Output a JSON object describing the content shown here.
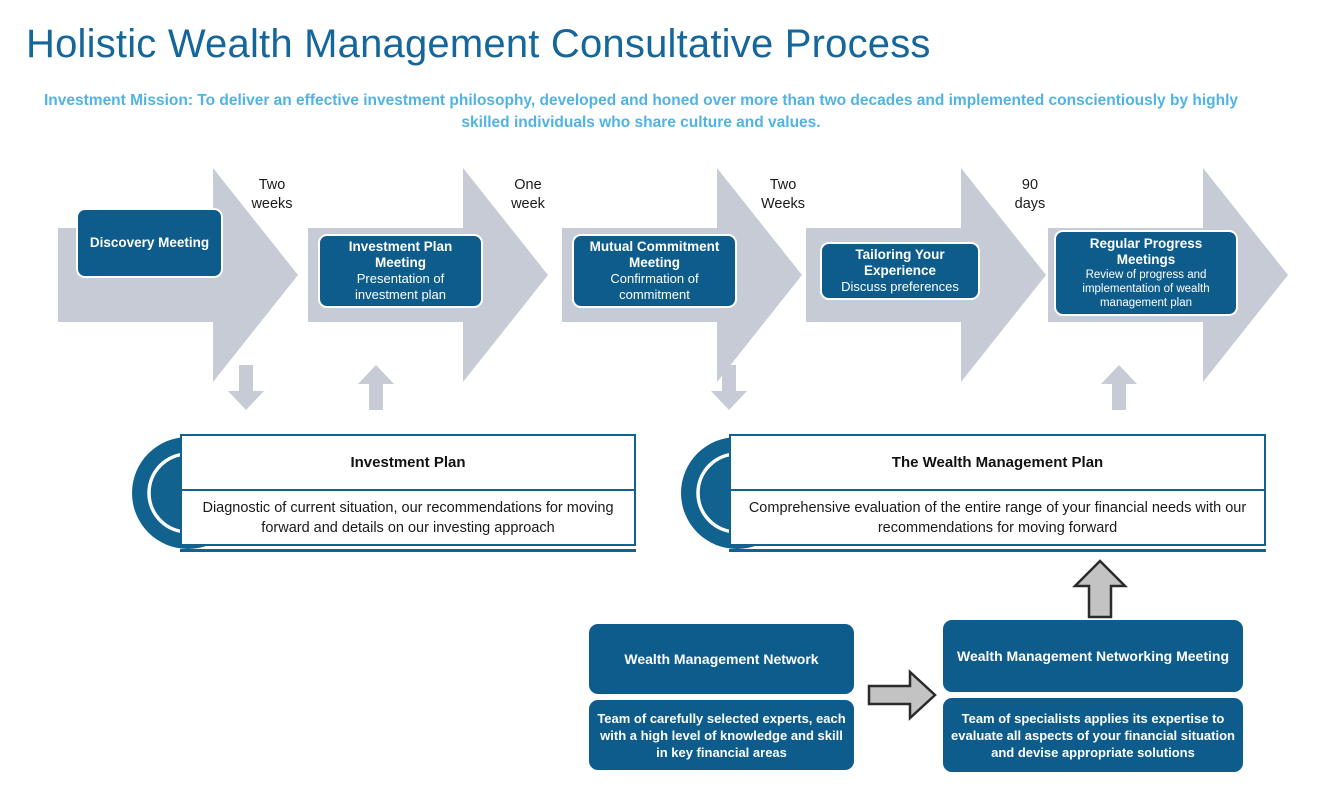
{
  "header": {
    "title": "Holistic Wealth Management Consultative Process",
    "mission": "Investment Mission:  To deliver an effective investment philosophy, developed and honed over more than two decades and implemented conscientiously by highly skilled individuals who share culture and values."
  },
  "colors": {
    "title_blue": "#15679B",
    "mission_blue": "#4FB3E3",
    "box_blue": "#0E5C8C",
    "callout_border": "#12628F",
    "chevron_gray": "#C6CBD6",
    "arrow_gray": "#C3C3C3"
  },
  "process": {
    "stages": [
      {
        "title": "Discovery Meeting",
        "subtitle": ""
      },
      {
        "title": "Investment Plan Meeting",
        "subtitle": "Presentation of investment plan"
      },
      {
        "title": "Mutual Commitment Meeting",
        "subtitle": "Confirmation of commitment"
      },
      {
        "title": "Tailoring Your Experience",
        "subtitle": "Discuss preferences"
      },
      {
        "title": "Regular Progress Meetings",
        "subtitle": "Review of progress and implementation of wealth management plan"
      }
    ],
    "durations": [
      "Two\nweeks",
      "One\nweek",
      "Two\nWeeks",
      "90\ndays"
    ]
  },
  "callouts": [
    {
      "heading": "Investment Plan",
      "body": "Diagnostic of current situation, our recommendations for moving forward and details on our investing approach"
    },
    {
      "heading": "The Wealth Management Plan",
      "body": "Comprehensive evaluation of the entire range of your financial needs with our recommendations for moving forward"
    }
  ],
  "network": [
    {
      "heading": "Wealth Management Network",
      "body": "Team of carefully selected experts, each with a high level of knowledge and skill in key financial areas"
    },
    {
      "heading": "Wealth Management Networking Meeting",
      "body": "Team of specialists applies its expertise to evaluate all aspects of your financial situation and devise appropriate solutions"
    }
  ]
}
